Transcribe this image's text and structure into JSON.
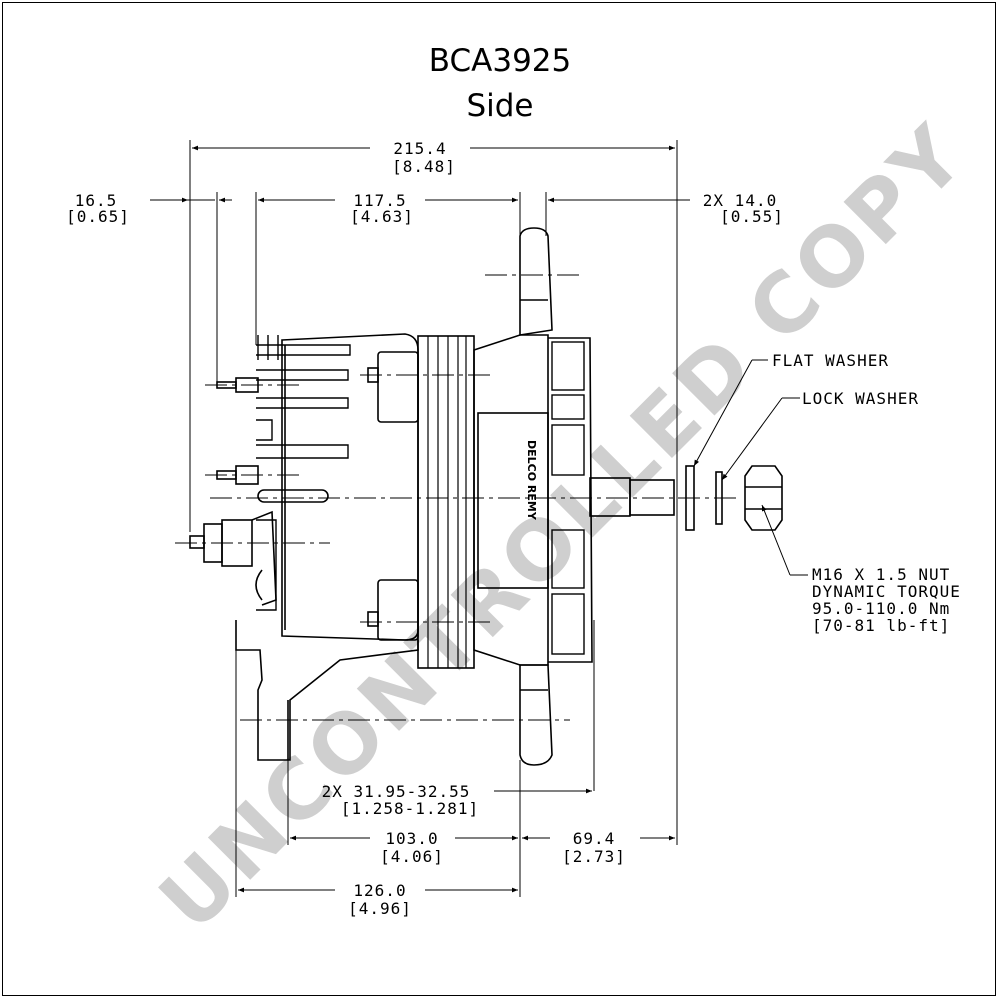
{
  "title": "BCA3925",
  "subtitle": "Side",
  "watermark": "UNCONTROLLED COPY",
  "dimensions": {
    "overall_length": {
      "mm": "215.4",
      "in": "[8.48]"
    },
    "terminal_offset": {
      "mm": "16.5",
      "in": "[0.65]"
    },
    "body_length": {
      "mm": "117.5",
      "in": "[4.63]"
    },
    "mount_ear_width": {
      "mm": "2X 14.0",
      "in": "[0.55]"
    },
    "mount_hole": {
      "mm": "2X 31.95-32.55",
      "in": "[1.258-1.281]"
    },
    "rear_mount": {
      "mm": "103.0",
      "in": "[4.06]"
    },
    "front_length": {
      "mm": "69.4",
      "in": "[2.73]"
    },
    "rear_foot": {
      "mm": "126.0",
      "in": "[4.96]"
    }
  },
  "callouts": {
    "flat_washer": "FLAT WASHER",
    "lock_washer": "LOCK WASHER",
    "nut_line1": "M16 X 1.5 NUT",
    "nut_line2": "DYNAMIC TORQUE",
    "nut_line3": "95.0-110.0 Nm",
    "nut_line4": "[70-81 lb-ft]"
  },
  "nameplate_text": "DELCO REMY"
}
